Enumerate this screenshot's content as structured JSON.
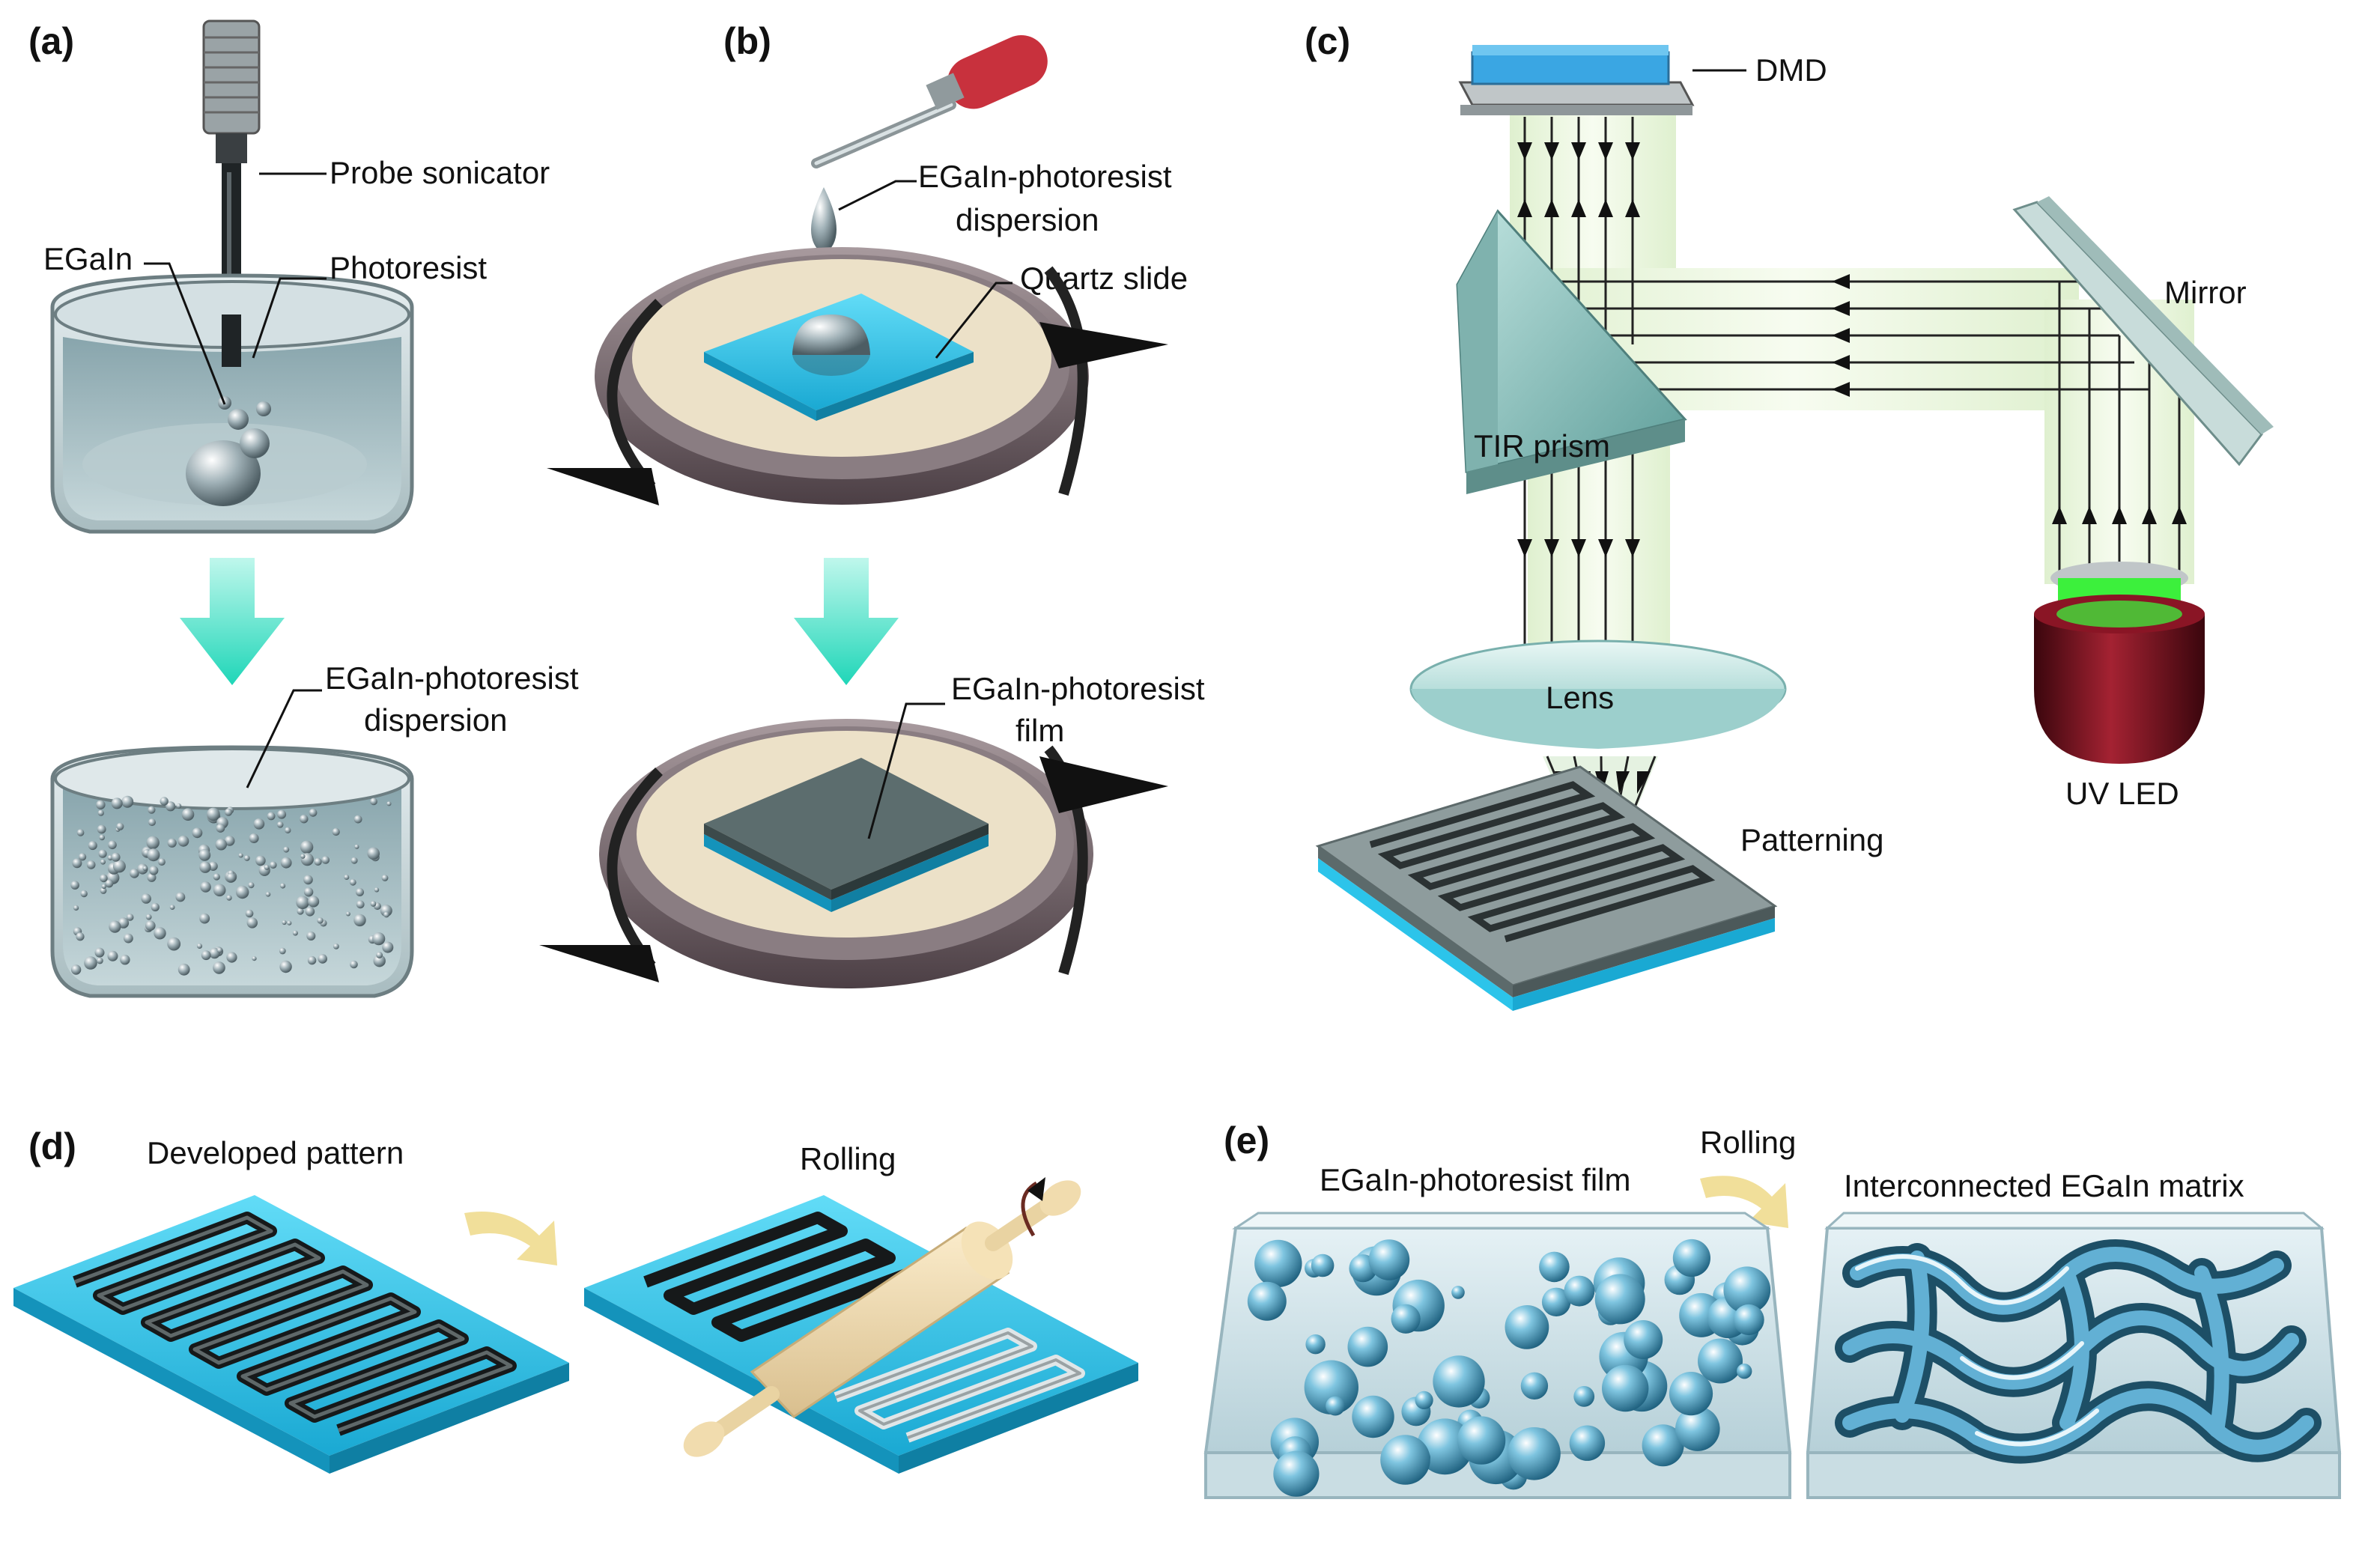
{
  "panels": {
    "a": {
      "letter": "(a)",
      "probe_sonicator": "Probe sonicator",
      "egain": "EGaIn",
      "photoresist": "Photoresist",
      "dispersion_line1": "EGaIn-photoresist",
      "dispersion_line2": "dispersion"
    },
    "b": {
      "letter": "(b)",
      "dispersion_line1": "EGaIn-photoresist",
      "dispersion_line2": "dispersion",
      "quartz_slide": "Quartz slide",
      "film_line1": "EGaIn-photoresist",
      "film_line2": "film"
    },
    "c": {
      "letter": "(c)",
      "dmd": "DMD",
      "mirror": "Mirror",
      "tir_prism": "TIR prism",
      "lens": "Lens",
      "uv_led": "UV LED",
      "patterning": "Patterning"
    },
    "d": {
      "letter": "(d)",
      "developed_pattern": "Developed pattern",
      "rolling": "Rolling"
    },
    "e": {
      "letter": "(e)",
      "film": "EGaIn-photoresist film",
      "rolling": "Rolling",
      "matrix": "Interconnected EGaIn matrix"
    }
  },
  "colors": {
    "substrate_cyan": "#2cc4ea",
    "photoresist_gray": "#6e7f80",
    "beam_light": "#eef8e2",
    "arrow_cyan": "#33e0c8",
    "led_red": "#6e0f1a",
    "led_green": "#3cf03c",
    "dropper_red": "#c8313d"
  }
}
